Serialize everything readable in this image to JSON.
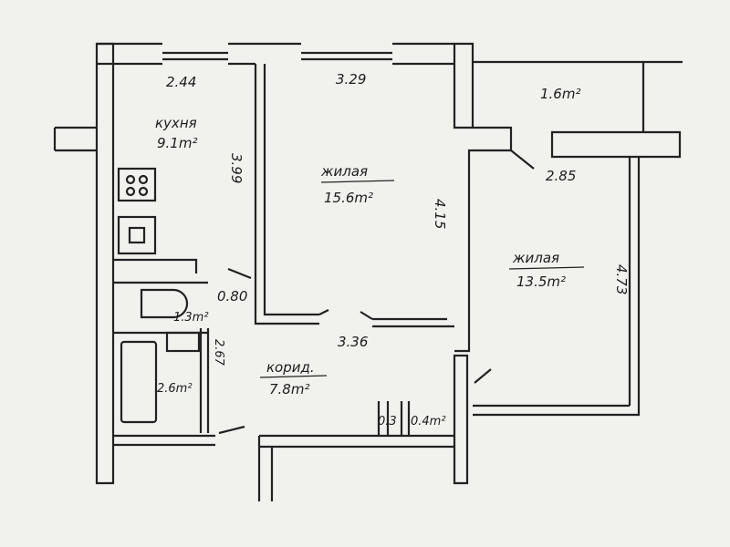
{
  "rooms": {
    "kitchen": {
      "name": "кухня",
      "area": "9.1m²"
    },
    "living1": {
      "name": "жилая",
      "area": "15.6m²"
    },
    "living2": {
      "name": "жилая",
      "area": "13.5m²"
    },
    "corridor": {
      "name": "корид.",
      "area": "7.8m²"
    },
    "balcony": {
      "area": "1.6m²"
    },
    "toilet": {
      "area": "1.3m²"
    },
    "bath": {
      "area": "2.6m²"
    },
    "closet": {
      "width": "0.3",
      "area": "0.4m²"
    }
  },
  "dimensions": {
    "kitchen_width": "2.44",
    "living1_width": "3.29",
    "kitchen_depth": "3.99",
    "living1_depth": "4.15",
    "living2_width": "2.85",
    "living2_depth": "4.73",
    "door": "0.80",
    "bath_depth": "2.67",
    "corridor_length": "3.36"
  }
}
